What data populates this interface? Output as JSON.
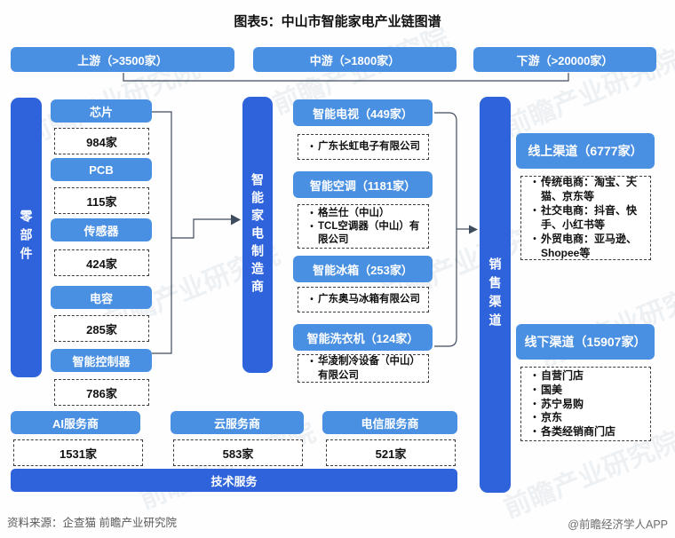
{
  "title": "图表5：中山市智能家电产业链图谱",
  "bullet": "•",
  "colors": {
    "box_blue": "#4a90e2",
    "bar_blue": "#2e63dc",
    "connector": "#3f4c5e"
  },
  "top_row": [
    {
      "label": "上游（>3500家）"
    },
    {
      "label": "中游（>1800家）"
    },
    {
      "label": "下游（>20000家）"
    }
  ],
  "upstream": {
    "bar_label": "零部件",
    "items": [
      {
        "label": "芯片",
        "count": "984家"
      },
      {
        "label": "PCB",
        "count": "115家"
      },
      {
        "label": "传感器",
        "count": "424家"
      },
      {
        "label": "电容",
        "count": "285家"
      },
      {
        "label": "智能控制器",
        "count": "786家"
      }
    ]
  },
  "midstream": {
    "bar_label": "智能家电制造商",
    "items": [
      {
        "label": "智能电视（449家）",
        "companies": [
          "广东长虹电子有限公司"
        ]
      },
      {
        "label": "智能空调（1181家）",
        "companies": [
          "格兰仕（中山）",
          "TCL空调器（中山）有限公司"
        ]
      },
      {
        "label": "智能冰箱（253家）",
        "companies": [
          "广东奥马冰箱有限公司"
        ]
      },
      {
        "label": "智能洗衣机（124家）",
        "companies": [
          "华凌制冷设备（中山）有限公司"
        ]
      }
    ]
  },
  "sales": {
    "bar_label": "销售渠道",
    "channels": [
      {
        "label": "线上渠道（6777家）",
        "entries": [
          "传统电商：淘宝、天猫、京东等",
          "社交电商：抖音、快手、小红书等",
          "外贸电商：亚马逊、Shopee等"
        ]
      },
      {
        "label": "线下渠道（15907家）",
        "entries": [
          "自营门店",
          "国美",
          "苏宁易购",
          "京东",
          "各类经销商门店"
        ]
      }
    ]
  },
  "tech": {
    "bar_label": "技术服务",
    "items": [
      {
        "label": "AI服务商",
        "count": "1531家"
      },
      {
        "label": "云服务商",
        "count": "583家"
      },
      {
        "label": "电信服务商",
        "count": "521家"
      }
    ]
  },
  "footer": {
    "source": "资料来源：企查猫 前瞻产业研究院",
    "credit": "@前瞻经济学人APP"
  },
  "watermark": "前瞻产业研究院"
}
